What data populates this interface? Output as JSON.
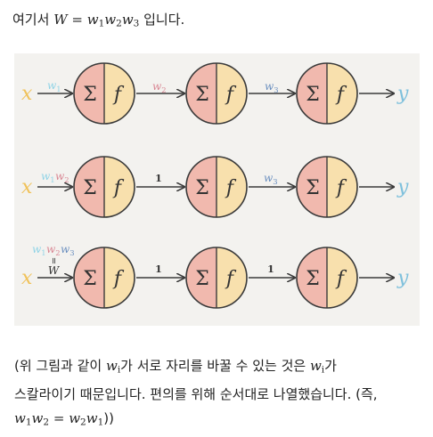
{
  "intro": {
    "prefix": "여기서",
    "W": "W",
    "eq": "=",
    "w": "w",
    "s1": "1",
    "s2": "2",
    "s3": "3",
    "suffix": "입니다."
  },
  "figure": {
    "colors": {
      "sum_fill": "#f1b9ae",
      "f_fill": "#f8e0ad",
      "node_stroke": "#3a3a3a",
      "x_color": "#f0c25a",
      "y_color": "#7ec0dc",
      "w1_color": "#8fd3e6",
      "w2_color": "#d98693",
      "w3_color": "#6a8fbf"
    },
    "x_label": "x",
    "y_label": "y",
    "sigma": "Σ",
    "f": "f",
    "w_letter": "w",
    "sub1": "1",
    "sub2": "2",
    "sub3": "3",
    "one": "1",
    "equals_sign": "="
  },
  "caption": {
    "line1_pre": "(위 그림과 같이 ",
    "w": "w",
    "i": "i",
    "line1_mid": "가 서로 자리를 바꿀 수 있는 것은 ",
    "line1_post": "가",
    "line2": "스칼라이기 때문입니다. 편의를 위해 순서대로 나열했습니다. (즉,",
    "s1": "1",
    "s2": "2",
    "eq": "=",
    "close": "))"
  }
}
